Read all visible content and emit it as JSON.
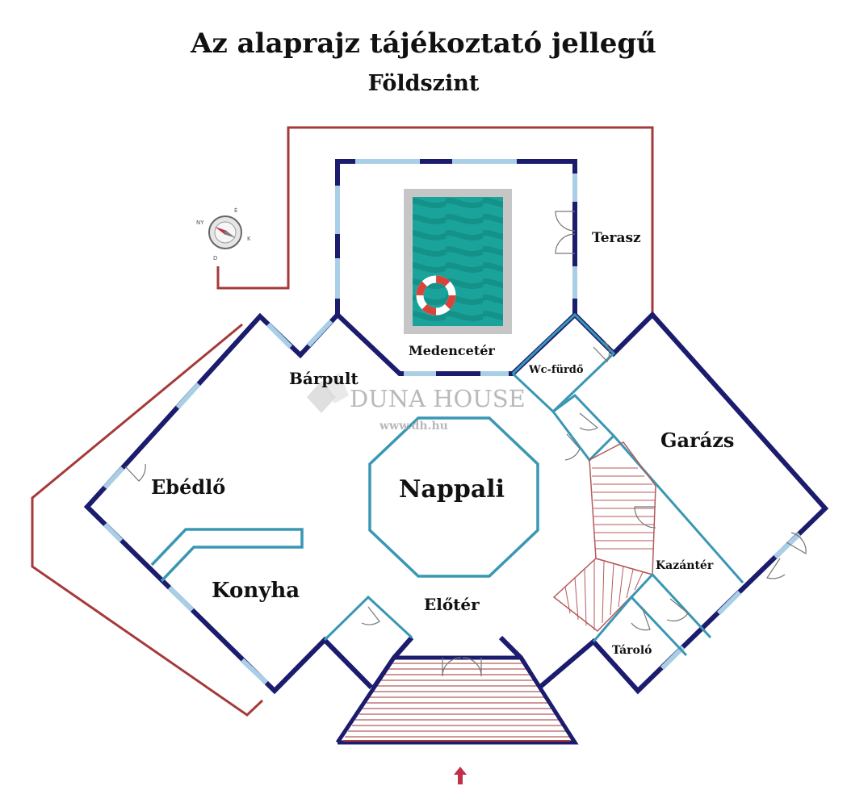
{
  "title": "Az alaprajz tájékoztató jellegű",
  "subtitle": "Földszint",
  "watermark": {
    "brand": "DUNA HOUSE",
    "url": "www.dh.hu"
  },
  "rooms": {
    "terasz": "Terasz",
    "medencecter": "Medencetér",
    "barpult": "Bárpult",
    "wc_furdo": "Wc-fürdő",
    "garazs": "Garázs",
    "ebedlo": "Ebédlő",
    "nappali": "Nappali",
    "kazanter": "Kazántér",
    "konyha": "Konyha",
    "eloter": "Előtér",
    "tarolo": "Tároló"
  },
  "colors": {
    "wall": "#1c1c6e",
    "window": "#a9cfe6",
    "partition": "#3a97b4",
    "outline": "#a53a3a",
    "pool": "#1aa39a",
    "pool_frame": "#c6c6c6",
    "stairs": "#b55a5a",
    "entrance_arrow": "#c0304a"
  },
  "compass": {
    "n": "É",
    "e": "K",
    "s": "D",
    "w": "NY"
  }
}
